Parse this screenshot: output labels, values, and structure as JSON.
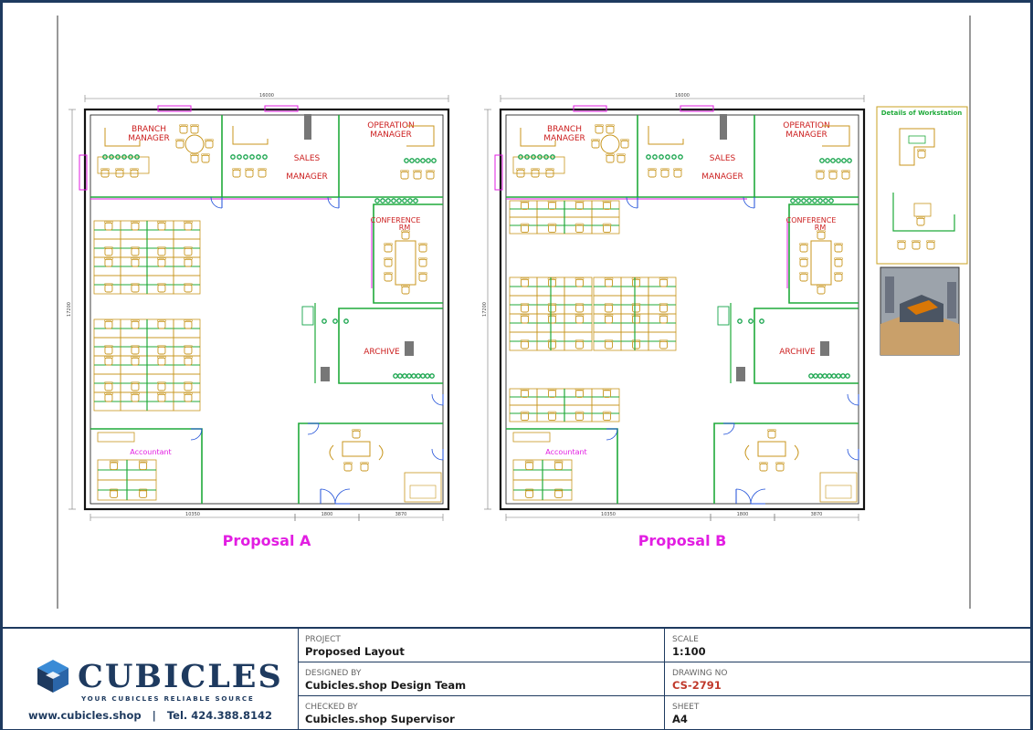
{
  "plans": {
    "a": {
      "title": "Proposal A",
      "rooms": {
        "branch_manager": [
          "BRANCH",
          "MANAGER"
        ],
        "sales": "SALES",
        "sales_manager": "MANAGER",
        "operation_manager": [
          "OPERATION",
          "MANAGER"
        ],
        "conference": [
          "CONFERENCE",
          "RM"
        ],
        "archive": "ARCHIVE",
        "accountant": "Accountant"
      },
      "dims": {
        "top_total": "16000",
        "left_total": "17200",
        "bottom_left": "10350",
        "bottom_mid": "1800",
        "bottom_right": "3870"
      }
    },
    "b": {
      "title": "Proposal B",
      "rooms": {
        "branch_manager": [
          "BRANCH",
          "MANAGER"
        ],
        "sales": "SALES",
        "sales_manager": "MANAGER",
        "operation_manager": [
          "OPERATION",
          "MANAGER"
        ],
        "conference": [
          "CONFERENCE",
          "RM"
        ],
        "archive": "ARCHIVE",
        "accountant": "Accountant"
      },
      "dims": {
        "top_total": "16000",
        "left_total": "17200",
        "bottom_left": "10350",
        "bottom_mid": "1800",
        "bottom_right": "3870"
      }
    }
  },
  "workstation_detail": {
    "title": "Details of Workstation"
  },
  "titleblock": {
    "brand": {
      "name": "CUBICLES",
      "tagline": "YOUR CUBICLES RELIABLE SOURCE",
      "website": "www.cubicles.shop",
      "separator": "|",
      "phone": "Tel. 424.388.8142"
    },
    "fields": {
      "project": {
        "label": "PROJECT",
        "value": "Proposed Layout"
      },
      "designed_by": {
        "label": "DESIGNED BY",
        "value": "Cubicles.shop Design Team"
      },
      "checked_by": {
        "label": "CHECKED BY",
        "value": "Cubicles.shop Supervisor"
      },
      "scale": {
        "label": "SCALE",
        "value": "1:100"
      },
      "drawing_no": {
        "label": "DRAWING NO",
        "value": "CS-2791"
      },
      "sheet": {
        "label": "SHEET",
        "value": "A4"
      }
    }
  },
  "colors": {
    "navy": "#1e3a5f",
    "wall": "#111111",
    "partition": "#1faa3a",
    "furniture": "#c8961e",
    "label_red": "#cc1f1f",
    "title_magenta": "#e21ee2",
    "dimension": "#777777",
    "plant": "#15a34a",
    "drawing_no": "#c0392b"
  }
}
